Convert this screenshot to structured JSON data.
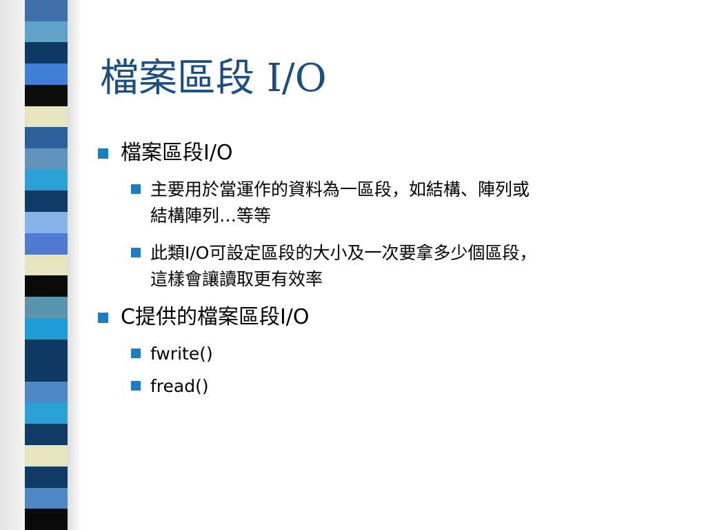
{
  "slide": {
    "title": "檔案區段 I/O",
    "stripe_colors": [
      "#3f6fa8",
      "#5ea3c9",
      "#0e3a63",
      "#3f7fd6",
      "#0c0c0c",
      "#e6e5bf",
      "#2d5f9b",
      "#5f93ba",
      "#2aa0d6",
      "#103b66",
      "#86b4e8",
      "#4f7bd0",
      "#e6e5bf",
      "#0a0a0a",
      "#5b94ad",
      "#1f9bd6",
      "#0e3a63",
      "#0e3a63",
      "#4e86c6",
      "#2aa0d6",
      "#103b66",
      "#e6e5bf",
      "#103b66",
      "#4e86c6",
      "#0a0a0a"
    ],
    "bullets": [
      {
        "text": "檔案區段I/O",
        "sub": [
          {
            "line1": "主要用於當運作的資料為一區段，如結構、陣列或",
            "line2": "結構陣列…等等"
          },
          {
            "line1": "此類I/O可設定區段的大小及一次要拿多少個區段，",
            "line2": "這樣會讓讀取更有效率"
          }
        ]
      },
      {
        "text": "C提供的檔案區段I/O",
        "sub": [
          {
            "line1": "fwrite()"
          },
          {
            "line1": "fread()"
          }
        ]
      }
    ]
  }
}
